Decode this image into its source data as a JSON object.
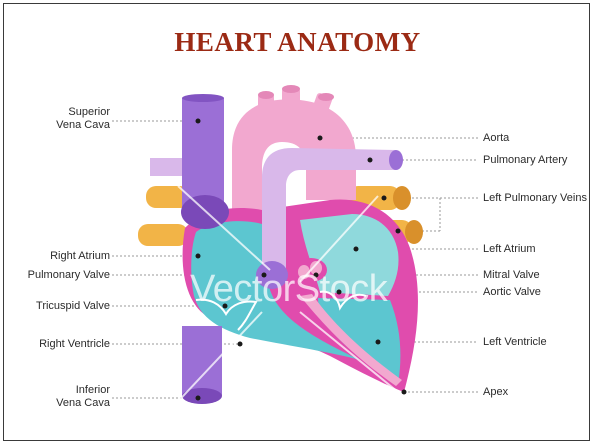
{
  "title": "HEART ANATOMY",
  "title_color": "#9b2a14",
  "watermark": "VectorStock",
  "labels_left": [
    {
      "key": "superior_vena_cava",
      "lines": [
        "Superior",
        "Vena Cava"
      ]
    },
    {
      "key": "right_atrium",
      "lines": [
        "Right Atrium"
      ]
    },
    {
      "key": "pulmonary_valve",
      "lines": [
        "Pulmonary Valve"
      ]
    },
    {
      "key": "tricuspid_valve",
      "lines": [
        "Tricuspid Valve"
      ]
    },
    {
      "key": "right_ventricle",
      "lines": [
        "Right Ventricle"
      ]
    },
    {
      "key": "inferior_vena_cava",
      "lines": [
        "Inferior",
        "Vena Cava"
      ]
    }
  ],
  "labels_right": [
    {
      "key": "aorta",
      "lines": [
        "Aorta"
      ]
    },
    {
      "key": "pulmonary_artery",
      "lines": [
        "Pulmonary Artery"
      ]
    },
    {
      "key": "left_pulmonary_veins",
      "lines": [
        "Left Pulmonary Veins"
      ]
    },
    {
      "key": "left_atrium",
      "lines": [
        "Left Atrium"
      ]
    },
    {
      "key": "mitral_valve",
      "lines": [
        "Mitral Valve"
      ]
    },
    {
      "key": "aortic_valve",
      "lines": [
        "Aortic Valve"
      ]
    },
    {
      "key": "left_ventricle",
      "lines": [
        "Left Ventricle"
      ]
    },
    {
      "key": "apex",
      "lines": [
        "Apex"
      ]
    }
  ],
  "colors": {
    "vena_cava": "#9b6fd6",
    "aorta": "#f2a8cf",
    "pulmonary_artery": "#d9b8ea",
    "pulmonary_veins": "#f2b447",
    "chambers": "#5cc6d0",
    "heart_outline": "#e04cad",
    "septum": "#f2a8cf",
    "atria_light": "#8fd9dc"
  }
}
